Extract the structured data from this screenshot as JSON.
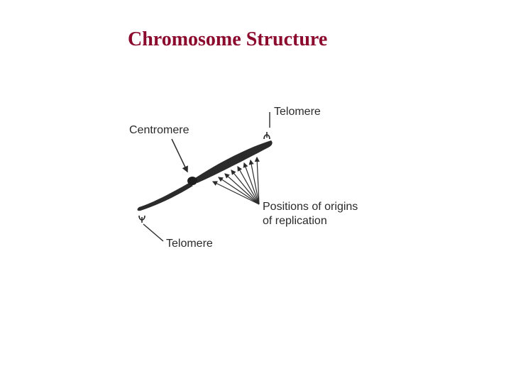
{
  "slide": {
    "title": "Chromosome Structure"
  },
  "diagram": {
    "labels": {
      "telomere_top": "Telomere",
      "centromere": "Centromere",
      "origins_line1": "Positions of origins",
      "origins_line2": "of replication",
      "telomere_bottom": "Telomere"
    },
    "colors": {
      "title": "#8b0a2e",
      "chromatid": "#2b2b2b",
      "label": "#2a2a2a"
    }
  }
}
